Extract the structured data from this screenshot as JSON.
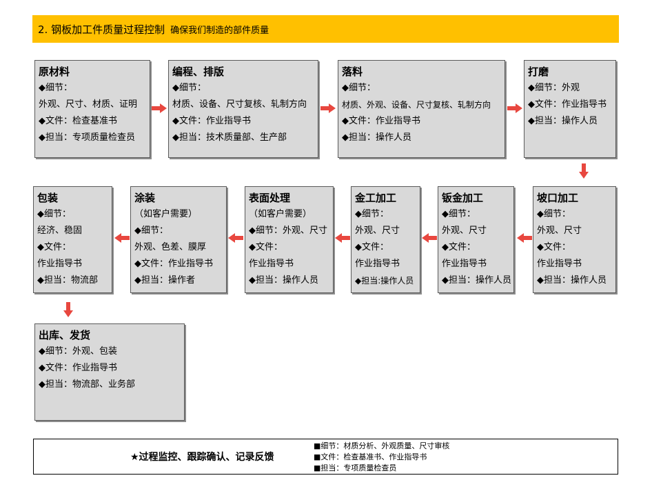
{
  "header": {
    "title": "2. 钢板加工件质量过程控制",
    "subtitle": "确保我们制造的部件质量"
  },
  "steps": [
    {
      "title": "原材料",
      "lines": [
        "◆细节：",
        "外观、尺寸、材质、证明",
        "◆文件：检查基准书",
        "◆担当：专项质量检查员"
      ]
    },
    {
      "title": "编程、排版",
      "lines": [
        "◆细节：",
        "材质、设备、尺寸复核、轧制方向",
        "◆文件：作业指导书",
        "◆担当：技术质量部、生产部"
      ]
    },
    {
      "title": "落料",
      "lines": [
        "◆细节：",
        "材质、外观、设备、尺寸复核、轧制方向",
        "◆文件：作业指导书",
        "◆担当：操作人员"
      ]
    },
    {
      "title": "打磨",
      "lines": [
        "◆细节：外观",
        "◆文件：作业指导书",
        "◆担当：操作人员"
      ]
    },
    {
      "title": "坡口加工",
      "lines": [
        "◆细节：",
        "外观、尺寸",
        "◆文件：",
        "作业指导书",
        "◆担当：操作人员"
      ]
    },
    {
      "title": "钣金加工",
      "lines": [
        "◆细节：",
        "外观、尺寸",
        "◆文件：",
        "作业指导书",
        "◆担当：操作人员"
      ]
    },
    {
      "title": "金工加工",
      "lines": [
        "◆细节：",
        "外观、尺寸",
        "◆文件：",
        "作业指导书",
        "◆担当:操作人员"
      ]
    },
    {
      "title": "表面处理",
      "lines": [
        "（如客户需要）",
        "◆细节：外观、尺寸",
        "◆文件：",
        "作业指导书",
        "◆担当：操作人员"
      ]
    },
    {
      "title": "涂装",
      "lines": [
        "（如客户需要）",
        "◆细节：",
        "外观、色差、膜厚",
        "◆文件：作业指导书",
        "◆担当：操作者"
      ]
    },
    {
      "title": "包装",
      "lines": [
        "◆细节：",
        "经济、稳固",
        "◆文件：",
        "作业指导书",
        "◆担当：物流部"
      ]
    },
    {
      "title": "出库、发货",
      "lines": [
        "◆细节：外观、包装",
        "◆文件：作业指导书",
        "◆担当：物流部、业务部"
      ]
    }
  ],
  "footer": {
    "main": "★过程监控、跟踪确认、记录反馈",
    "notes": [
      "■细节：材质分析、外观质量、尺寸审核",
      "■文件：检查基准书、作业指导书",
      "■担当：专项质量检查员"
    ]
  },
  "colors": {
    "banner": "#FFC000",
    "box": "#D9D9D9",
    "arrow": "#E8473F"
  }
}
